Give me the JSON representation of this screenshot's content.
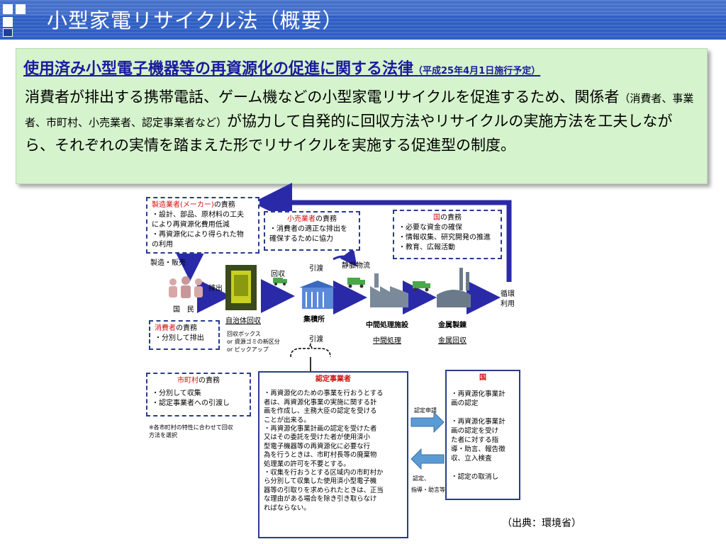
{
  "header": {
    "title": "小型家電リサイクル法（概要）"
  },
  "summary": {
    "law_title": "使用済み小型電子機器等の再資源化の促進に関する法律",
    "law_date": "（平成25年4月1日施行予定）",
    "text_1": "消費者が排出する携帯電話、ゲーム機などの小型家電リサイクルを促進するため、関係者",
    "text_small": "（消費者、事業者、市町村、小売業者、認定事業者など）",
    "text_2": "が協力して自発的に回収方法やリサイクルの実施方法を工夫しながら、それぞれの実情を踏まえた形でリサイクルを実施する促進型の制度。"
  },
  "diagram": {
    "maker": {
      "title_red": "製造業者(メーカー)",
      "title_rest": "の責務",
      "lines": [
        "・設計、部品、原材料の工夫",
        "により再資源化費用低減",
        "・再資源化により得られた物",
        "の利用"
      ]
    },
    "retailer": {
      "title_red": "小売業者",
      "title_rest": "の責務",
      "lines": [
        "・消費者の適正な排出を",
        "確保するために協力"
      ]
    },
    "nation_duty": {
      "title_red": "国",
      "title_rest": "の責務",
      "lines": [
        "・必要な資金の確保",
        "・情報収集、研究開発の推進",
        "・教育、広報活動"
      ]
    },
    "consumer": {
      "title_red": "消費者",
      "title_rest": "の責務",
      "lines": [
        "・分別して排出"
      ]
    },
    "municipality": {
      "title_red": "市町村",
      "title_rest": "の責務",
      "lines": [
        "・分別して収集",
        "・認定事業者への引渡し"
      ],
      "note": [
        "※各市町村の特性に合わせて回収",
        "方法を選択"
      ]
    },
    "certified": {
      "title": "認定事業者",
      "lines": [
        "・再資源化のための事業を行おうとする",
        "者は、再資源化事業の実施に関する計",
        "画を作成し、主務大臣の認定を受ける",
        "ことが出来る。",
        "・再資源化事業計画の認定を受けた者",
        "又はその委託を受けた者が使用済小",
        "型電子機器等の再資源化に必要な行",
        "為を行うときは、市町村長等の廃棄物",
        "処理業の許可を不要とする。",
        "・収集を行おうとする区域内の市町村か",
        "ら分別して収集した使用済小型電子機",
        "器等の引取りを求められたときは、正当",
        "な理由がある場合を除き引き取らなけ",
        "ればならない。"
      ]
    },
    "nation": {
      "title": "国",
      "lines": [
        "・再資源化事業計",
        "画の認定",
        "",
        "・再資源化事業計",
        "画の認定を受け",
        "た者に対する指",
        "導・助言、報告徴",
        "収、立入検査",
        "",
        "・認定の取消し"
      ]
    },
    "labels": {
      "manufacture_sale": "製造・販売",
      "discharge": "排出",
      "people": "国　民",
      "municipal_collection": "自治体回収",
      "collection": "回収",
      "handover_1": "引渡",
      "arterial": "静脈物流",
      "collection_site": "集積所",
      "handover_2": "引渡",
      "intermediate_facility": "中間処理施設",
      "intermediate_process": "中間処理",
      "smelting": "金属製錬",
      "metal_recovery": "金属回収",
      "cycle_use_1": "循環",
      "cycle_use_2": "利用",
      "collection_methods": [
        "回収ボックス",
        "or 資源ゴミの新区分",
        "or ピックアップ"
      ],
      "apply_cert": "認定申請",
      "cert_guidance_1": "認定、",
      "cert_guidance_2": "指導・助言等"
    }
  },
  "source": "（出典：環境省）"
}
